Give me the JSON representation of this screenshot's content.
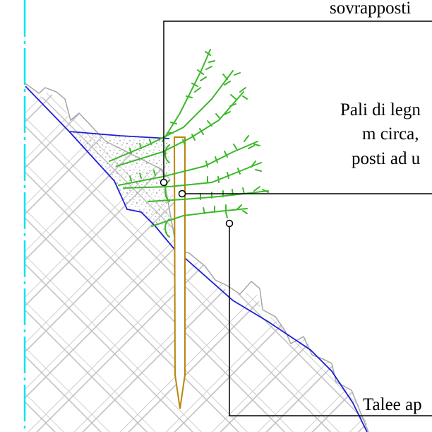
{
  "labels": {
    "top": "sovrapposti",
    "poles_line1": "Pali di legn",
    "poles_line2": "m circa,",
    "poles_line3": "posti ad u",
    "cuttings": "Talee ap"
  },
  "colors": {
    "background": "#ffffff",
    "ground_hatch": "#bfbfbf",
    "ground_outline": "#a6a6a6",
    "terrain_line": "#1f1fd6",
    "fill_soil": "#c8c8c8",
    "pole": "#b8860b",
    "vegetation": "#3cb82a",
    "edge_marker": "#00e5ee",
    "leader_lines": "#000000"
  },
  "icons": {
    "plant": "willow-cutting-icon",
    "pole": "wooden-pole-icon",
    "leader_end": "circle-marker-icon"
  }
}
